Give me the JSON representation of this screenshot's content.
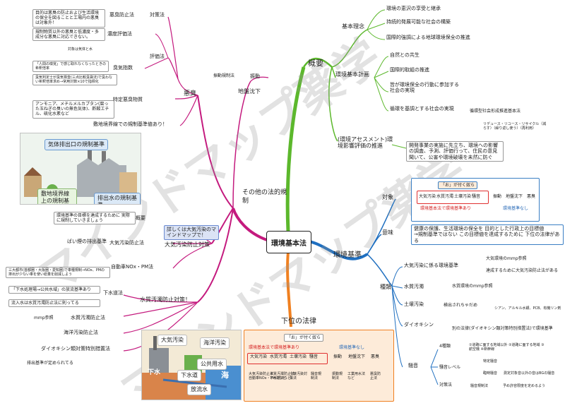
{
  "center": "環境基本法",
  "branches": {
    "gaiyo": {
      "label": "概要",
      "kihon_rinen": "基本理念",
      "rinen_items": [
        "環境の恵沢の享受と継承",
        "持続的発展可能な社会の構築",
        "国際的強調による地球環境保全の推進"
      ],
      "keikaku": "環境基本計画",
      "keikaku_items": [
        "自然との共生",
        "国際的取組の推進",
        "皆が環境保全の行動に参加する社会の実現",
        "循環を基調とする社会の実現"
      ],
      "junkan_law": "循環型社会形成推進基本法",
      "three_r": "リデュース・リユース・リサイクル（減らす）（繰り返し使う）（再利用）",
      "assessment": "(環境アセスメント)環境影響評価の推進",
      "assessment_desc": "開発事業の実施に先立ち、環境への影響の調査、予測、評価行って、住民の意見聞いて、公害や環境破壊を未然に防ぐ"
    },
    "kijun": {
      "label": "環境基準",
      "taisho": "対象",
      "o_tsuku": "「お」が付く奴ら",
      "taisho_items": [
        "大気汚染",
        "水質汚濁",
        "土壌汚染",
        "騒音"
      ],
      "taisho_other": "振動　地盤沈下　悪臭",
      "kijun_ari": "環境基本法で環境基準あり",
      "kijun_nashi": "環境基準なし",
      "imi": "意味",
      "imi_desc": "健康の保護、生活環境の保全を 目的とした行政上の目標値\n→規制基準ではない この目標値を達成するために 下位の法律がある",
      "shurui": "種類",
      "taiki": "大気汚染に係る環境基準",
      "taiki_sub1": "大気環境のmmp参照",
      "taiki_sub2": "達成するために大気汚染防止法がある",
      "suishitsu": "水質汚濁",
      "suishitsu_sub": "水質環境のmmp参照",
      "dojo": "土壌汚染",
      "dojo_sub": "検出されちゃだめ",
      "dojo_items": "シアン、アルキル水銀、PCB、有機リン剤",
      "dioxin": "ダイオキシン",
      "dioxin_sub": "別の法律(ダイオキシン類対策特別措置法)で環境基準",
      "souon": "騒音",
      "souon_4": "4種類",
      "souon_4_desc": "①道路に面する地域以外 ②道路に面する地域 ③航空機 ④新幹線",
      "souon_level": "騒音レベル",
      "tokutei": "特定騒音",
      "rinkai": "臨時騒音",
      "rinkai_desc": "測定対象音以外の音はBGの騒音",
      "taisakuho": "対策法",
      "souon_kisei": "騒音規制法",
      "souon_kisei_desc": "予め許容限度を定めるよう"
    },
    "kai": {
      "label": "下位の法律",
      "o_tsuku": "「お」が付く奴ら",
      "kijun_ari": "環境基本法で環境基準あり",
      "kijun_nashi": "環境基準なし",
      "items": [
        "大気汚染",
        "水質汚濁",
        "土壌汚染",
        "騒音"
      ],
      "items2": [
        "振動",
        "地盤沈下",
        "悪臭"
      ],
      "laws": [
        "大気汚染防止法\n自動車NOx・PM法など",
        "水質汚濁防止法\n下水道法など",
        "土壌汚染対策法",
        "騒音規制法"
      ],
      "laws2": [
        "振動規制法",
        "工業用水法など",
        "悪臭防止法"
      ]
    },
    "sonota": {
      "label": "その他の法的規制",
      "akushu": "悪臭",
      "taisakuho": "対策法",
      "akushu_boshi": "悪臭防止法",
      "akushu_boshi_desc": "目的は悪臭の防止および生活環境の保全を図ることと工場内の悪臭は対象外！",
      "hyokaho": "評価法",
      "noudo": "濃度評価法",
      "noudo_desc": "規制物質以外の悪臭と低濃度・多成分な悪臭に対応できない。",
      "shukiShisu": "臭気指数",
      "shukiShisu_desc1": "対象は気体と水",
      "shukiShisu_desc2": "「人間の嗅覚」で感じ取れなくなったときの希釈倍率",
      "shukiShisu_desc3": "臭気判定士が臭気検査(三点比較臭袋法)で臭わない希釈倍率求め→常用対数×10で指標化",
      "tokutei": "特定悪臭物質",
      "tokutei_desc": "アンモニア、メチルメルカプタン(腐った玉ねぎの臭いの無色気体)、酢酸エチル、硫化水素など",
      "shikichi": "敷地境界線での規制基準値あり！",
      "ill_labels": [
        "気体排出口の規制基準",
        "敷地境界線上の規制基準",
        "排出水の規制基準"
      ],
      "shindo": "振動",
      "shindo_kisei": "振動規制法",
      "jiban": "地盤沈下",
      "taiki_boshi": "大気汚染防止対策",
      "taiki_info": "詳しくは大気汚染のマインドマップで！",
      "gaiyo": "概要",
      "gaiyo_desc": "環境基準の目標を達成するために 実際に規制していきましょう",
      "baien": "ばい煙の排出基準",
      "taiki_boshiho": "大気汚染防止法",
      "nox": "自動車NOx・PM法",
      "nox_desc": "三大都市(首都圏・大阪圏・愛知圏)で車種規制→NOx、PMの排出が少ない車を使い総量を削減しよう",
      "suishitsu_boshi": "水質汚濁防止対策！",
      "gesuido": "下水道法",
      "gesuido_desc1": "「下水処理場→公共水域」の放流基準あり",
      "gesuido_desc2": "流入水は水質汚濁防止法に則ってる",
      "mmp": "mmp参照",
      "suishitsu_boshiho": "水質汚濁防止法",
      "kaiyo": "海洋汚染防止法",
      "dioxin_law": "ダイオキシン類対策特別措置法",
      "dioxin_desc": "排出基準が定められてる",
      "ill2_labels": [
        "大気汚染",
        "海洋汚染",
        "公共用水",
        "下水道",
        "放流水",
        "下水",
        "海"
      ]
    }
  },
  "watermark": "マインドマップ薬学",
  "colors": {
    "gaiyo": "#5cb82c",
    "kijun": "#1f6fc0",
    "kai": "#f08020",
    "sonota": "#c41a7e",
    "kai_box_bg": "#fdebd9"
  }
}
